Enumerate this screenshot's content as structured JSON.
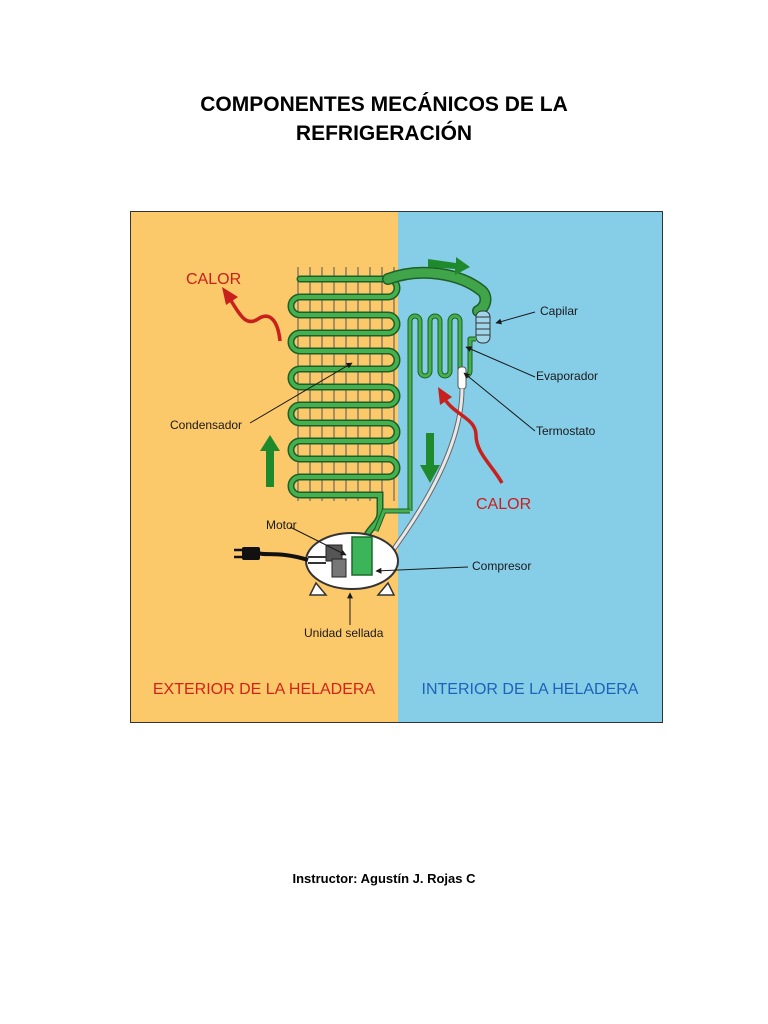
{
  "document": {
    "title_line1": "COMPONENTES MECÁNICOS DE LA",
    "title_line2": "REFRIGERACIÓN",
    "instructor": "Instructor: Agustín J. Rojas C"
  },
  "diagram": {
    "calor_left": "CALOR",
    "calor_right": "CALOR",
    "labels": {
      "capilar": "Capilar",
      "evaporador": "Evaporador",
      "termostato": "Termostato",
      "condensador": "Condensador",
      "motor": "Motor",
      "compresor": "Compresor",
      "unidad_sellada": "Unidad sellada"
    },
    "region_exterior": "EXTERIOR DE LA HELADERA",
    "region_interior": "INTERIOR DE LA HELADERA",
    "colors": {
      "exterior_bg": "#fbc86a",
      "interior_bg": "#86cde8",
      "pipe": "#2e9a3a",
      "flow_arrow": "#1f8a2c",
      "heat_arrow": "#c8201c"
    }
  }
}
